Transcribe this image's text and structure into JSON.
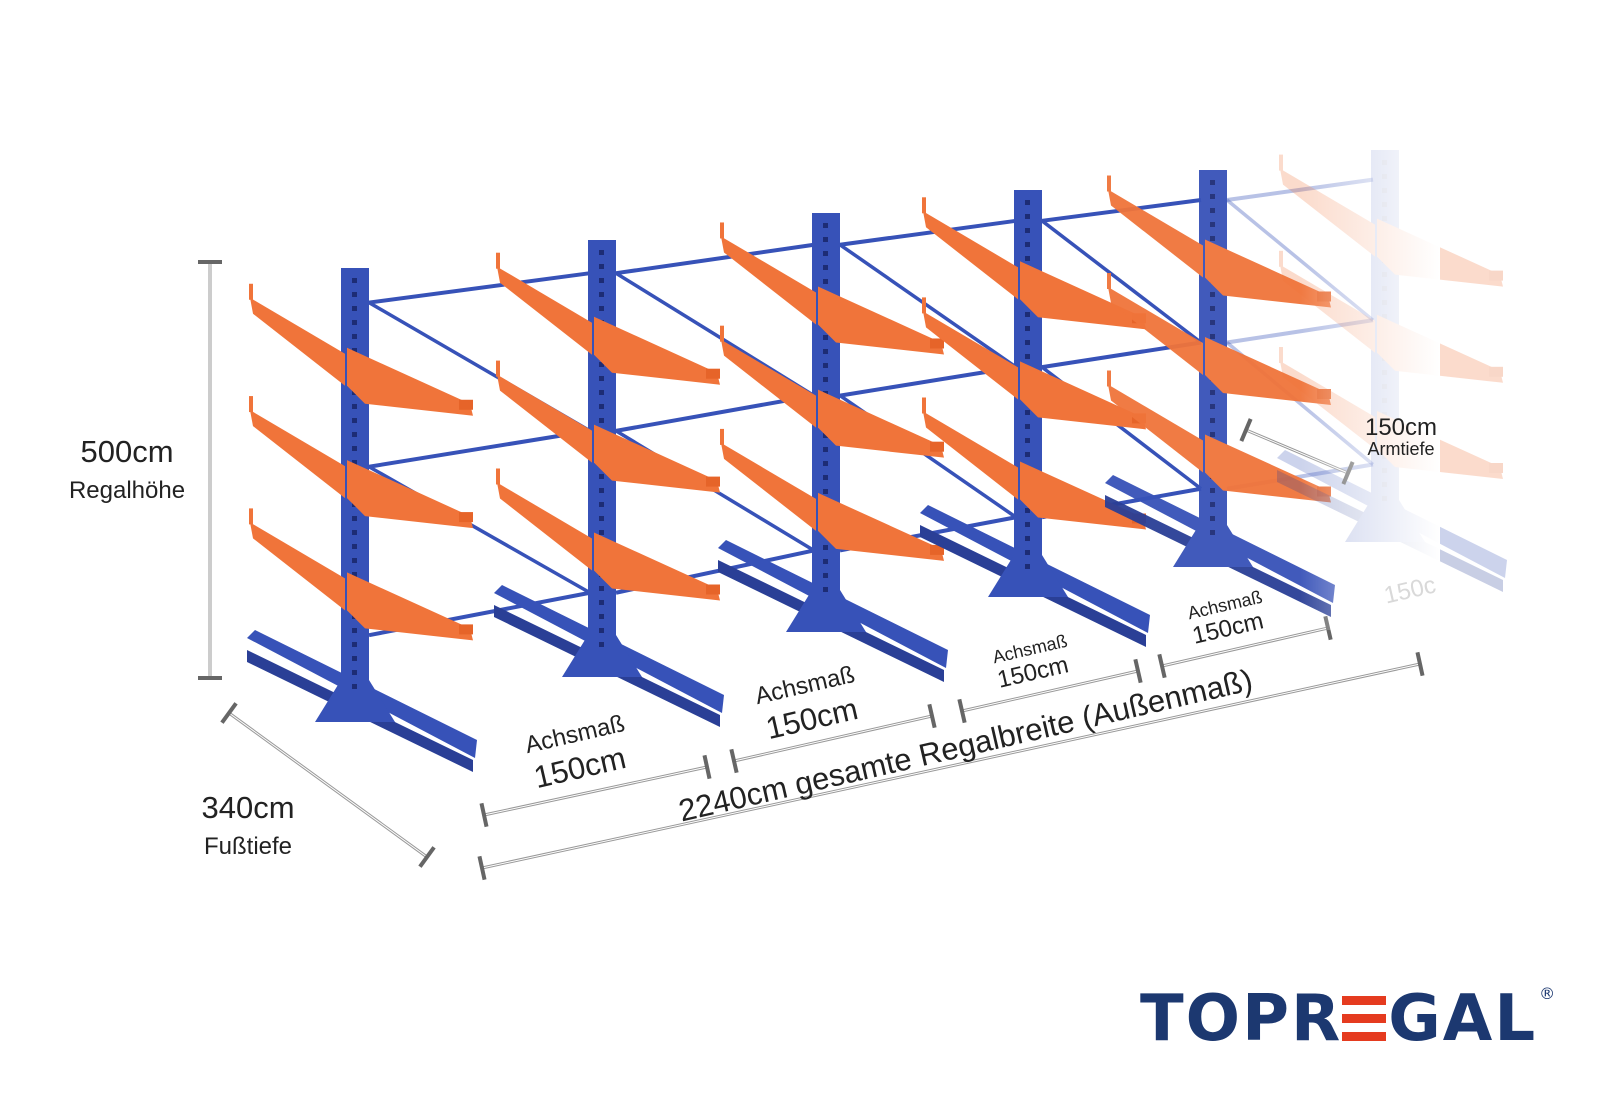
{
  "dimensions": {
    "height": {
      "value": "500cm",
      "caption": "Regalhöhe"
    },
    "foot_depth": {
      "value": "340cm",
      "caption": "Fußtiefe"
    },
    "arm_depth": {
      "value": "150cm",
      "caption": "Armtiefe"
    },
    "total_width": "2240cm gesamte Regalbreite  (Außenmaß)",
    "bays": [
      {
        "caption": "Achsmaß",
        "value": "150cm"
      },
      {
        "caption": "Achsmaß",
        "value": "150cm"
      },
      {
        "caption": "Achsmaß",
        "value": "150cm"
      },
      {
        "caption": "Achsmaß",
        "value": "150cm"
      }
    ],
    "faded_bay_value": "150c"
  },
  "brand": {
    "logo_text": "TOPREGAL",
    "registered_mark": "®"
  },
  "colors": {
    "column_blue": "#3752b8",
    "arm_orange": "#f0743a",
    "dimension_gray": "#666666",
    "logo_blue": "#1c3870",
    "logo_red": "#e53b1f"
  }
}
